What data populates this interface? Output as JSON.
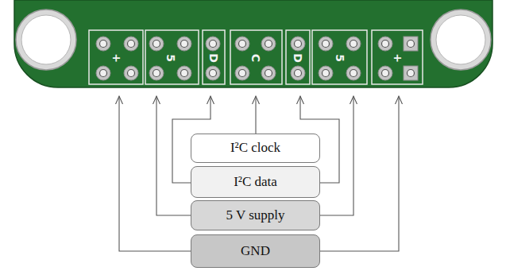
{
  "diagram": {
    "nodes": [
      {
        "text": [
          "I²C clock"
        ]
      },
      {
        "text": [
          "I²C data"
        ]
      },
      {
        "text": [
          "5 V supply"
        ]
      },
      {
        "text": [
          "GND"
        ]
      }
    ],
    "labels": [
      "+",
      "5",
      "D",
      "C",
      "D",
      "5",
      "+"
    ]
  }
}
